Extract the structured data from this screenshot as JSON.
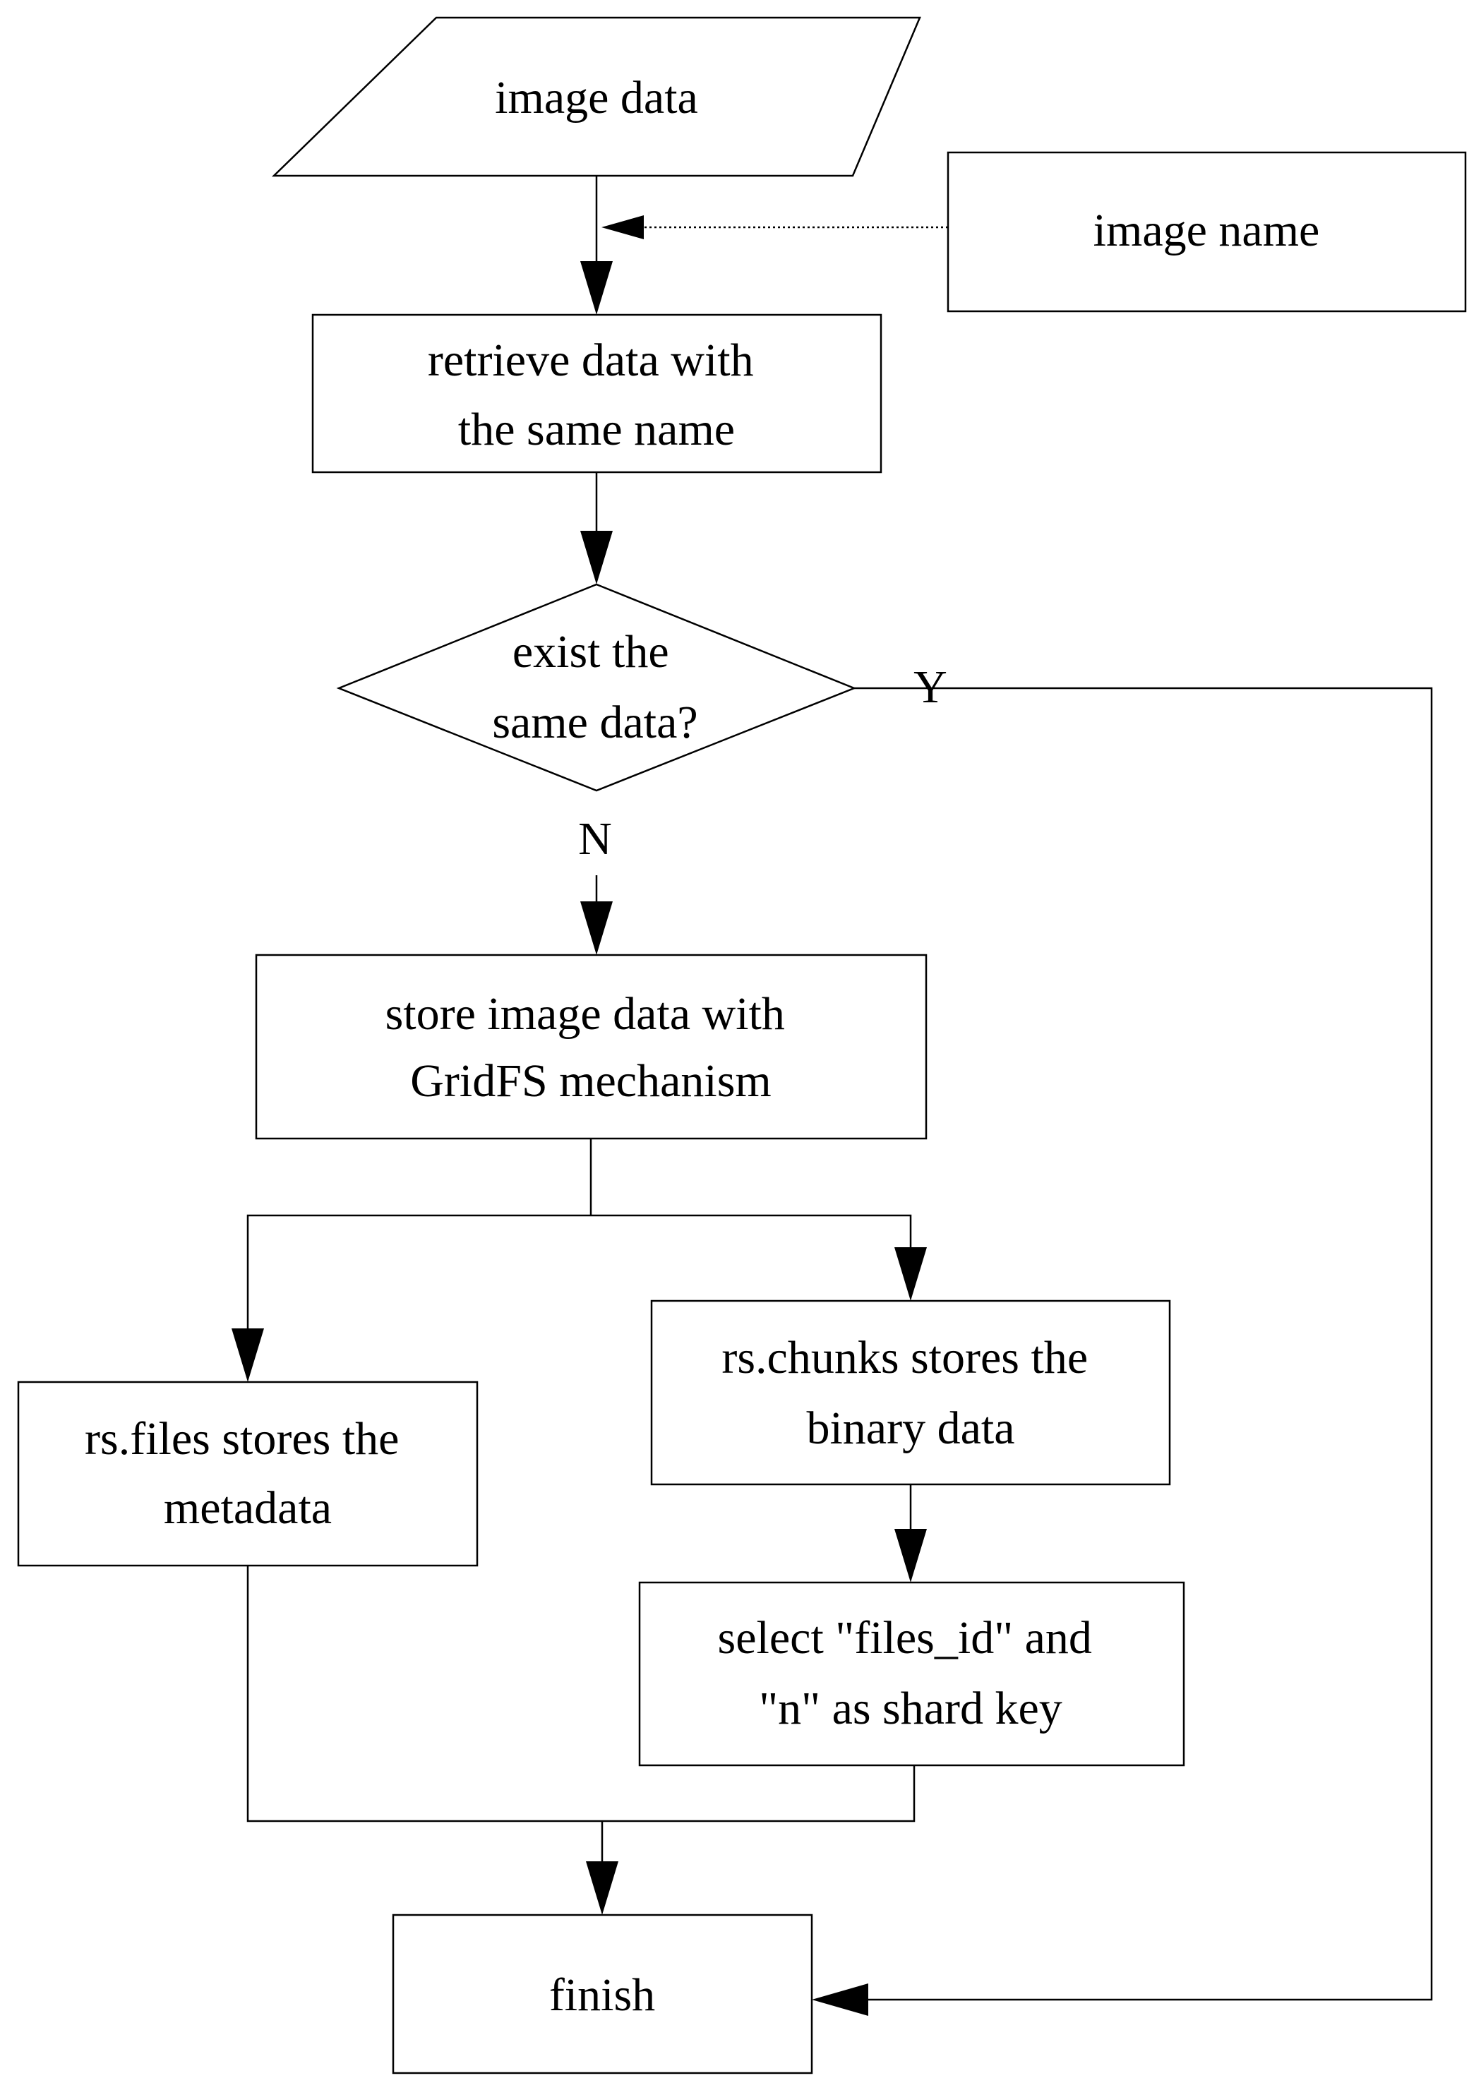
{
  "diagram": {
    "nodes": {
      "image_data": {
        "lines": [
          "image data"
        ]
      },
      "image_name": {
        "lines": [
          "image name"
        ]
      },
      "retrieve": {
        "lines": [
          "retrieve data with",
          "the same name"
        ]
      },
      "exist_decision": {
        "lines": [
          "exist  the",
          "same data?"
        ]
      },
      "store_gridfs": {
        "lines": [
          "store image data with",
          "GridFS mechanism"
        ]
      },
      "rs_chunks": {
        "lines": [
          "rs.chunks stores the",
          "binary data"
        ]
      },
      "rs_files": {
        "lines": [
          "rs.files stores the",
          "metadata"
        ]
      },
      "select_shard": {
        "lines": [
          "select \"files_id\" and",
          "\"n\" as shard key"
        ]
      },
      "finish": {
        "lines": [
          "finish"
        ]
      }
    },
    "edge_labels": {
      "yes": "Y",
      "no": "N"
    }
  }
}
